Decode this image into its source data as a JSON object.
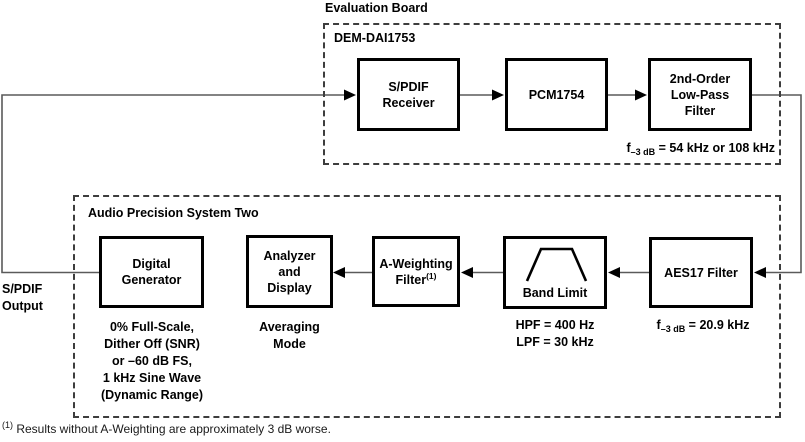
{
  "eval_board": {
    "title": "Evaluation Board",
    "group_label": "DEM-DAI1753",
    "blocks": {
      "spdif_receiver": "S/PDIF\nReceiver",
      "pcm1754": "PCM1754",
      "lpf": "2nd-Order\nLow-Pass\nFilter"
    },
    "lpf_note": {
      "f": "f",
      "sub": "–3 dB",
      "rest": " = 54 kHz or 108 kHz"
    }
  },
  "audio_precision": {
    "title": "Audio Precision System Two",
    "blocks": {
      "digital_generator": "Digital\nGenerator",
      "analyzer": "Analyzer\nand\nDisplay",
      "a_weighting": {
        "line1": "A-Weighting",
        "line2": "Filter",
        "sup": "(1)"
      },
      "band_limit": "Band Limit",
      "aes17": "AES17 Filter"
    },
    "captions": {
      "digital_generator": "0% Full-Scale,\nDither Off (SNR)\nor –60 dB FS,\n1 kHz Sine Wave\n(Dynamic Range)",
      "analyzer": "Averaging\nMode",
      "band_limit": "HPF = 400 Hz\nLPF = 30 kHz",
      "aes17": {
        "f": "f",
        "sub": "–3 dB",
        "rest": " = 20.9 kHz"
      }
    }
  },
  "output_label": "S/PDIF\nOutput",
  "footnote": {
    "sup": "(1)",
    "text": " Results without A-Weighting are approximately 3 dB worse."
  },
  "icons": {
    "band_limit_icon": "band-pass-response-icon"
  },
  "colors": {
    "background": "#ffffff",
    "box_border": "#000000",
    "dashed_border": "#3d3d3d",
    "connector_line": "#5a5a5a",
    "arrowhead": "#000000",
    "text": "#000000"
  }
}
